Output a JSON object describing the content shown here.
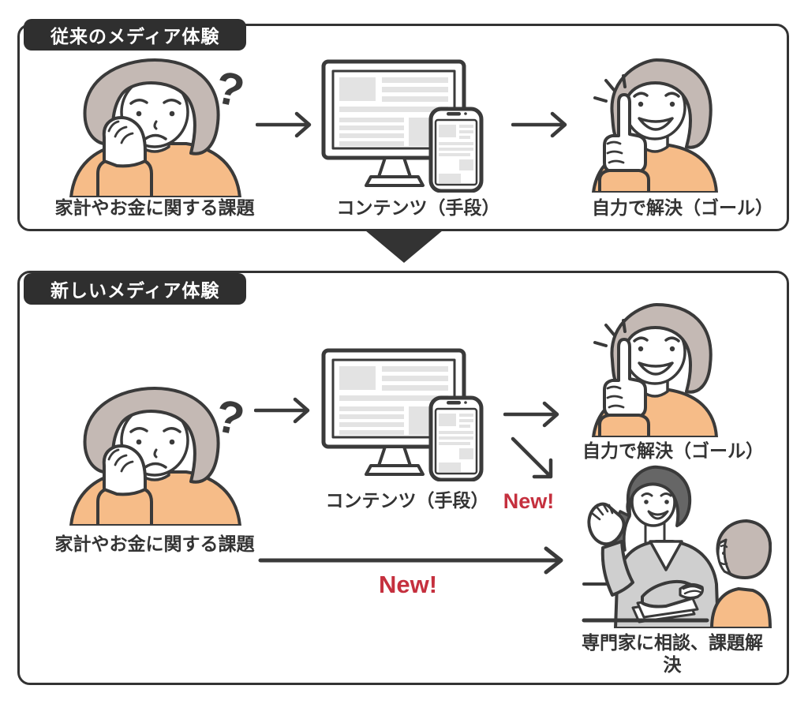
{
  "top": {
    "title": "従来のメディア体験",
    "problem_label": "家計やお金に関する課題",
    "content_label": "コンテンツ（手段）",
    "goal_label": "自力で解決（ゴール）"
  },
  "bottom": {
    "title": "新しいメディア体験",
    "problem_label": "家計やお金に関する課題",
    "content_label": "コンテンツ（手段）",
    "goal_label": "自力で解決（ゴール）",
    "new_content_label": "New!",
    "new_direct_label": "New!",
    "expert_label": "専門家に相談、課題解決"
  },
  "icons": {
    "question_mark": "?"
  },
  "colors": {
    "outline": "#3a3a3a",
    "panel_border": "#333333",
    "title_badge_bg": "#2f2f2f",
    "title_badge_text": "#ffffff",
    "label_text": "#333333",
    "new_accent": "#c5303e",
    "sweater_orange": "#f6bc88",
    "hair_gray": "#c4b9b4",
    "expert_hair_gray": "#666666",
    "suit_gray": "#cfcfcf",
    "screen_block_gray": "#e3e3e3"
  }
}
